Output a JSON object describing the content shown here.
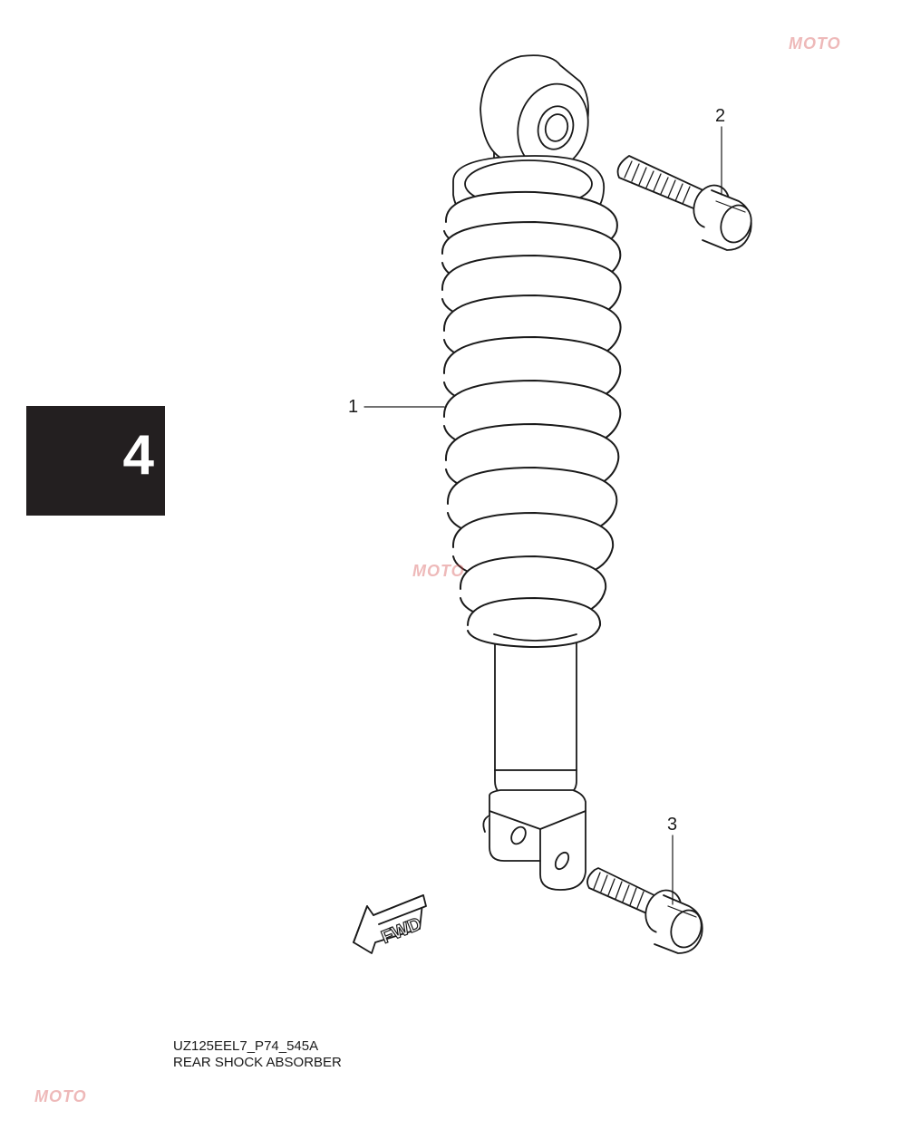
{
  "section": {
    "number": "4"
  },
  "callouts": [
    {
      "id": 1,
      "label": "1",
      "part": "shock-absorber"
    },
    {
      "id": 2,
      "label": "2",
      "part": "upper-bolt"
    },
    {
      "id": 3,
      "label": "3",
      "part": "lower-bolt"
    }
  ],
  "fwd_label": "FWD",
  "caption": {
    "code": "UZ125EEL7_P74_545A",
    "title": "REAR SHOCK ABSORBER"
  },
  "watermark": {
    "text": "MOTO"
  },
  "colors": {
    "line": "#1a1a1a",
    "tab_bg": "#231f20",
    "tab_text": "#ffffff",
    "watermark": "#d03a3a"
  }
}
